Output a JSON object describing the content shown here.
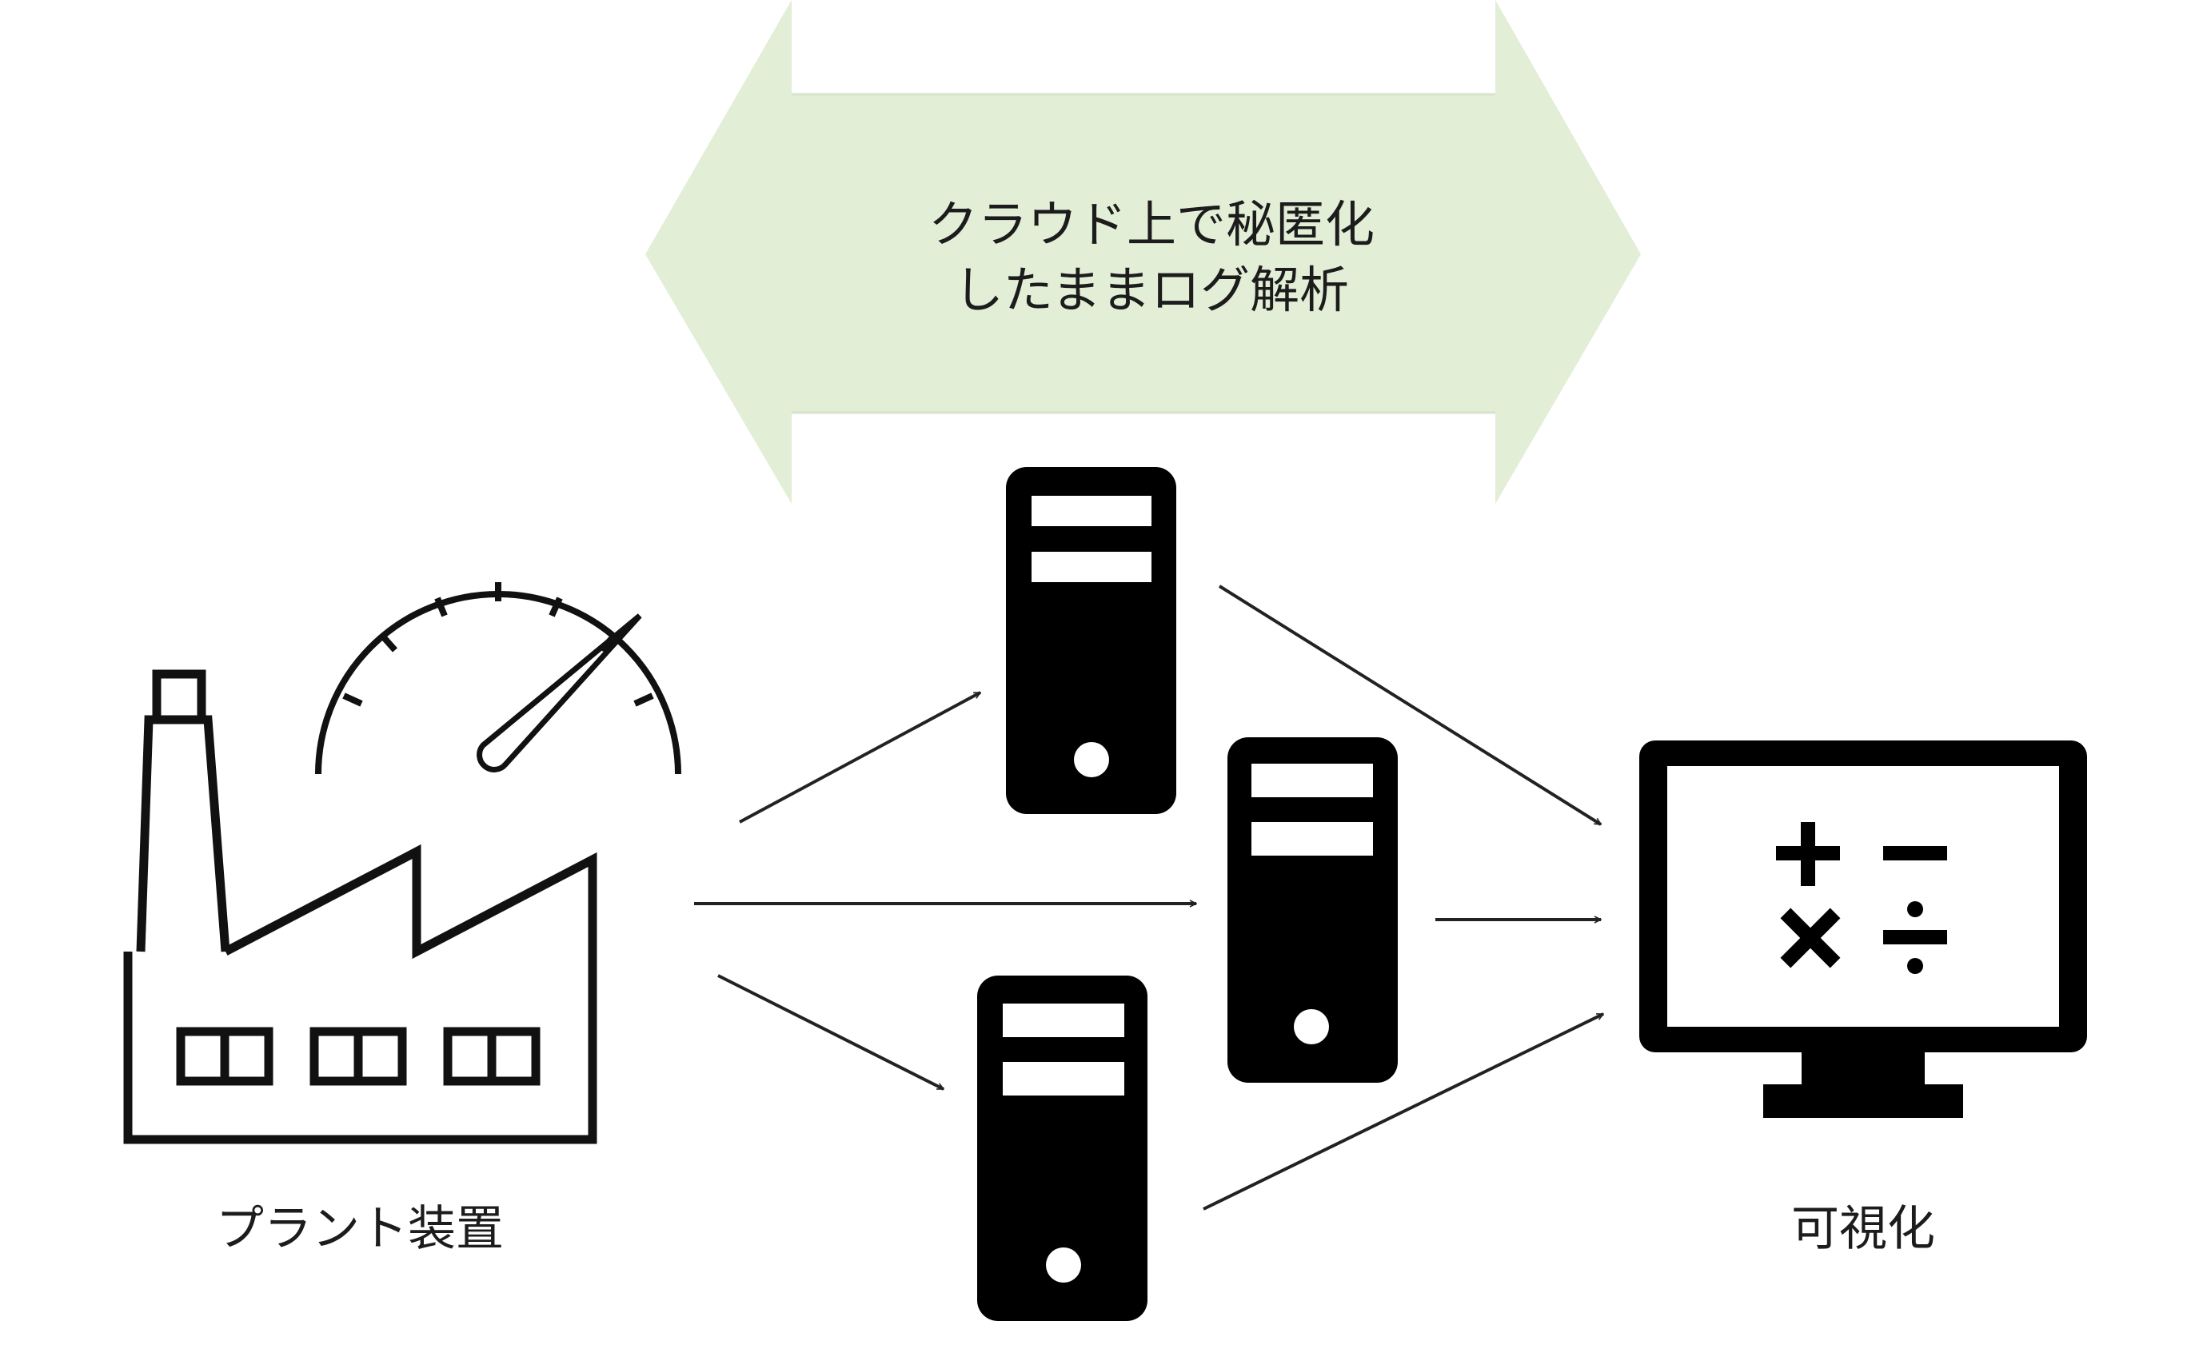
{
  "colors": {
    "band_fill": "#e2eed6",
    "icon": "#000000",
    "text": "#1c1c1c"
  },
  "cloud_band": {
    "line1": "クラウド上で秘匿化",
    "line2": "したままログ解析"
  },
  "plant": {
    "label": "プラント装置",
    "icon": "factory-with-gauge-icon"
  },
  "servers": {
    "icon": "server-tower-icon",
    "count": 3
  },
  "visualization": {
    "label": "可視化",
    "icon": "monitor-calculator-icon"
  }
}
